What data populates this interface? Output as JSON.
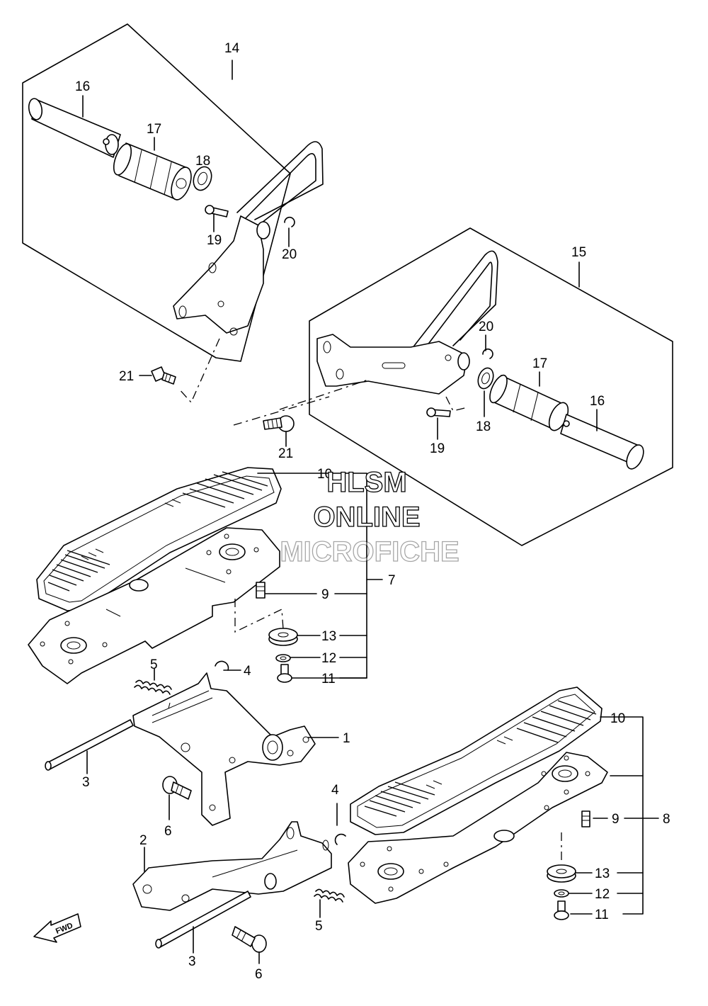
{
  "labels": {
    "assy_left": "14",
    "assy_right": "15",
    "pin_left": "16",
    "pin_right": "16",
    "rubber_left": "17",
    "rubber_right": "17",
    "washer_left": "18",
    "washer_right": "18",
    "clevis_left": "19",
    "clevis_right": "19",
    "clip_left": "20",
    "clip_right": "20",
    "bolt_left": "21",
    "bolt_right": "21",
    "board_cover_upper": "10",
    "board_assy_upper": "7",
    "bolt9_upper": "9",
    "cushion13_upper": "13",
    "washer12_upper": "12",
    "bolt11_upper": "11",
    "bracket_upper": "1",
    "spring_upper": "5",
    "eclip_upper": "4",
    "shaft_upper": "3",
    "bolt6_upper": "6",
    "bracket_lower": "2",
    "eclip_lower": "4",
    "spring_lower": "5",
    "shaft_lower": "3",
    "bolt6_lower": "6",
    "board_cover_lower": "10",
    "board_assy_lower": "8",
    "bolt9_lower": "9",
    "cushion13_lower": "13",
    "washer12_lower": "12",
    "bolt11_lower": "11"
  },
  "fwd_arrow": "FWD",
  "watermark": {
    "line1": "HLSM",
    "line2": "ONLINE",
    "line3": "MICROFICHE"
  }
}
